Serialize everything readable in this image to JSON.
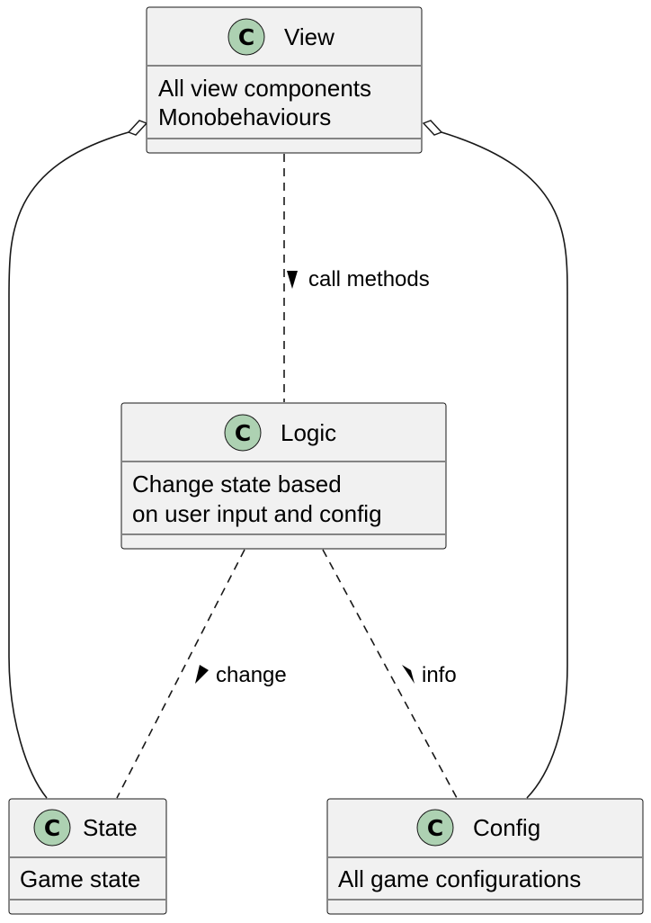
{
  "classes": {
    "view": {
      "badge": "C",
      "name": "View",
      "lines": [
        "All view components",
        "Monobehaviours"
      ]
    },
    "logic": {
      "badge": "C",
      "name": "Logic",
      "lines": [
        "Change state based",
        "on user input and config"
      ]
    },
    "state": {
      "badge": "C",
      "name": "State",
      "lines": [
        "Game state"
      ]
    },
    "config": {
      "badge": "C",
      "name": "Config",
      "lines": [
        "All game configurations"
      ]
    }
  },
  "relations": {
    "view_logic": {
      "label": "call methods"
    },
    "logic_state": {
      "label": "change"
    },
    "logic_config": {
      "label": "info"
    }
  },
  "colors": {
    "class_fill": "#f1f1f1",
    "badge_fill": "#add1b2",
    "stroke": "#181818"
  }
}
